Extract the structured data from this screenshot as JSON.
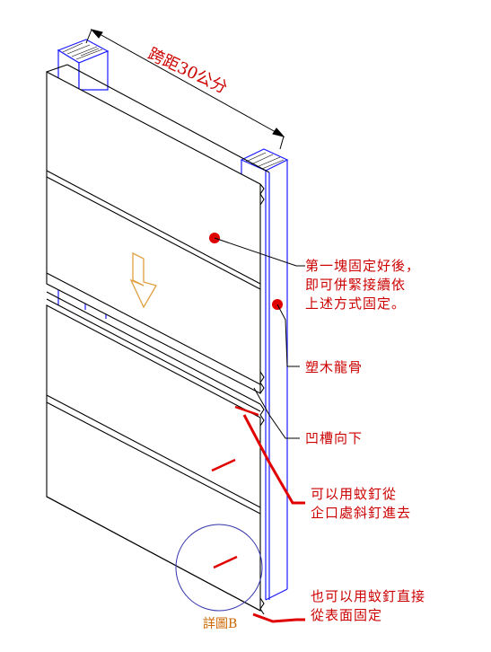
{
  "dimension": {
    "span_text": "跨距30公分"
  },
  "callouts": {
    "first_board_line1": "第一塊固定好後，",
    "first_board_line2": "即可併緊接續依",
    "first_board_line3": "上述方式固定。",
    "keel": "塑木龍骨",
    "groove": "凹槽向下",
    "nail_tongue_line1": "可以用蚊釘從",
    "nail_tongue_line2": "企口處斜釘進去",
    "nail_face_line1": "也可以用蚊釘直接",
    "nail_face_line2": "從表面固定"
  },
  "detail": {
    "label": "詳圖B"
  },
  "colors": {
    "line": "#000000",
    "keel_blue": "#1a1aff",
    "callout_red": "#cc0000",
    "arrow_orange": "#e0a040",
    "detail_circle": "#3333aa"
  }
}
